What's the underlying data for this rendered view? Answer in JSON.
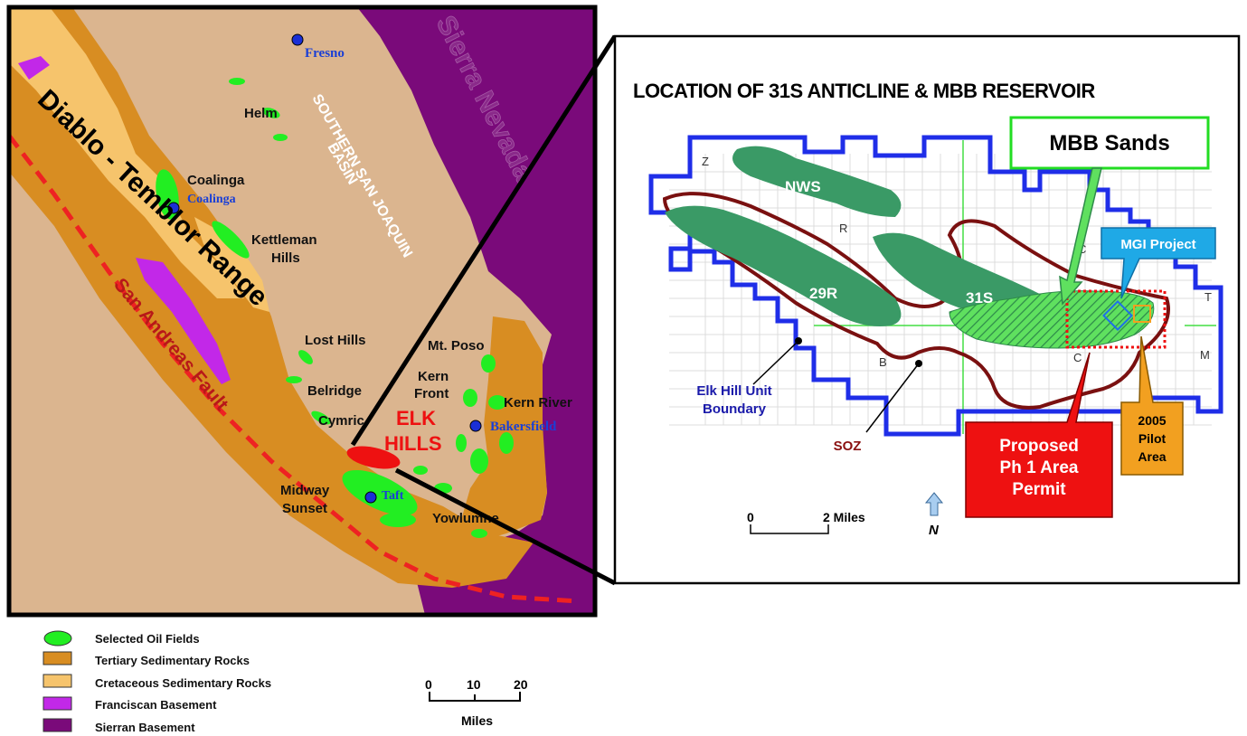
{
  "regional_map": {
    "labels": {
      "fresno": "Fresno",
      "helm": "Helm",
      "coalinga_field": "Coalinga",
      "coalinga_city": "Coalinga",
      "kettleman": "Kettleman",
      "hills": "Hills",
      "lost_hills": "Lost Hills",
      "belridge": "Belridge",
      "cymric": "Cymric",
      "mt_poso": "Mt. Poso",
      "kern": "Kern",
      "front": "Front",
      "kern_river": "Kern River",
      "bakersfield": "Bakersfield",
      "elk": "ELK",
      "elk_hills": "HILLS",
      "midway": "Midway",
      "sunset": "Sunset",
      "taft": "Taft",
      "yowlumne": "Yowlumne",
      "diablo": "Diablo - Temblor Range",
      "san_andreas": "San Andreas Fault",
      "ssj_line1": "SOUTHERN SAN JOAQUIN",
      "ssj_line2": "BASIN",
      "sierra": "Sierra Nevada"
    },
    "colors": {
      "background": "#dbb58f",
      "tertiary": "#d88d22",
      "cretaceous": "#f6c46c",
      "franciscan": "#c228e8",
      "sierran": "#7a0a7a",
      "oil_fields": "#22ee22",
      "fault": "#ee2222",
      "elk_hills": "#ee1111",
      "city_dot": "#1a2fd6"
    }
  },
  "inset_map": {
    "title": "LOCATION OF 31S ANTICLINE & MBB RESERVOIR",
    "callouts": {
      "mbb_sands": "MBB Sands",
      "mgi_project": "MGI Project",
      "proposed_1": "Proposed",
      "proposed_2": "Ph 1 Area",
      "proposed_3": "Permit",
      "pilot_1": "2005",
      "pilot_2": "Pilot",
      "pilot_3": "Area"
    },
    "field_labels": {
      "nws": "NWS",
      "r29": "29R",
      "s31": "31S"
    },
    "grid_letters": {
      "z": "Z",
      "r": "R",
      "b": "B",
      "c": "C",
      "c2": "C",
      "t": "T",
      "m": "M"
    },
    "unit_boundary_1": "Elk Hill Unit",
    "unit_boundary_2": "Boundary",
    "soz": "SOZ",
    "scale": {
      "zero": "0",
      "two": "2 Miles"
    },
    "north": "N",
    "colors": {
      "boundary": "#1f2ee8",
      "soz": "#7a1010",
      "fields": "#3a9a66",
      "grid_green": "#44dd44",
      "mbb_border": "#22dd22",
      "mgi_fill": "#1fa9e6",
      "proposed_fill": "#ee1111",
      "pilot_fill": "#f2a020"
    }
  },
  "legend": {
    "items": [
      {
        "label": "Selected Oil Fields",
        "color": "#22ee22",
        "shape": "ellipse"
      },
      {
        "label": "Tertiary Sedimentary Rocks",
        "color": "#d88d22",
        "shape": "rect"
      },
      {
        "label": "Cretaceous Sedimentary Rocks",
        "color": "#f6c46c",
        "shape": "rect"
      },
      {
        "label": "Franciscan Basement",
        "color": "#c228e8",
        "shape": "rect"
      },
      {
        "label": "Sierran Basement",
        "color": "#7a0a7a",
        "shape": "rect"
      }
    ],
    "scale": {
      "t0": "0",
      "t10": "10",
      "t20": "20",
      "unit": "Miles"
    }
  }
}
